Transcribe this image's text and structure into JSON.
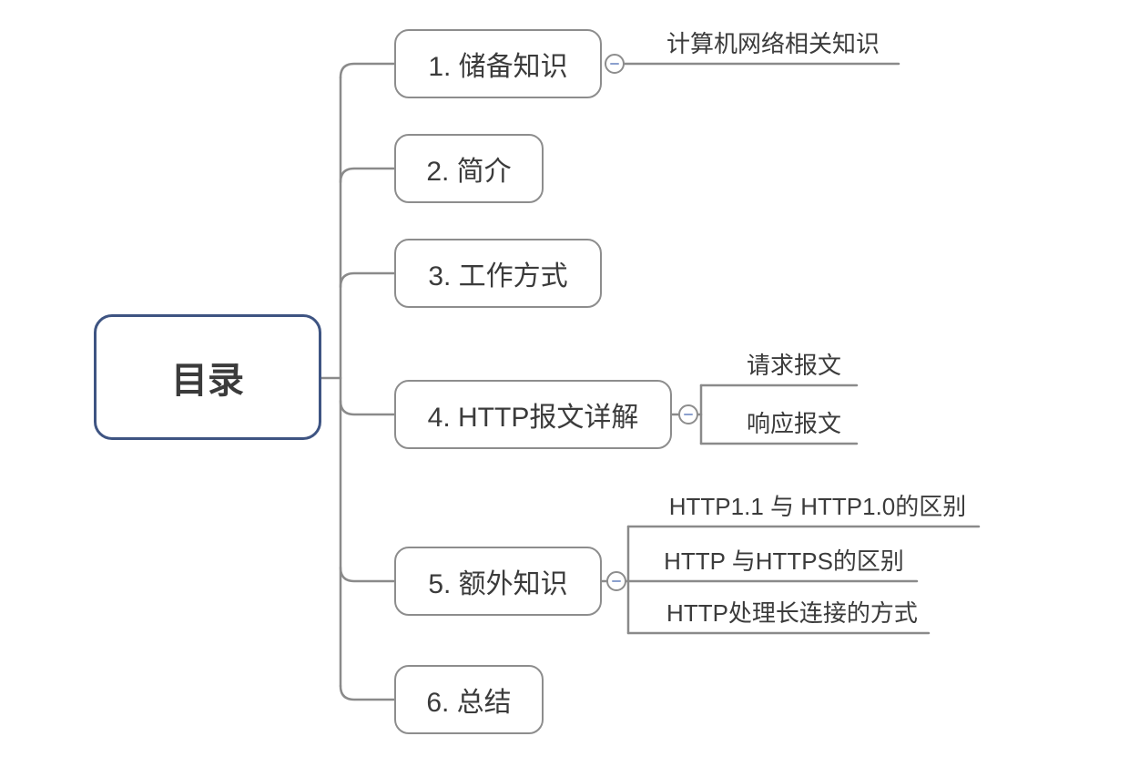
{
  "diagram": {
    "type": "mindmap",
    "root": {
      "label": "目录"
    },
    "topics": [
      {
        "label": "1. 储备知识",
        "collapsed": false,
        "children": [
          "计算机网络相关知识"
        ]
      },
      {
        "label": "2. 简介",
        "children": []
      },
      {
        "label": "3. 工作方式",
        "children": []
      },
      {
        "label": "4. HTTP报文详解",
        "collapsed": false,
        "children": [
          "请求报文",
          "响应报文"
        ]
      },
      {
        "label": "5. 额外知识",
        "collapsed": false,
        "children": [
          "HTTP1.1 与 HTTP1.0的区别",
          "HTTP 与HTTPS的区别",
          "HTTP处理长连接的方式"
        ]
      },
      {
        "label": "6. 总结",
        "children": []
      }
    ],
    "collapse_icon": "minus-icon",
    "colors": {
      "background": "#ffffff",
      "root_border": "#3e5482",
      "topic_border": "#8d8d8d",
      "branch_line": "#8a8a8a",
      "text": "#3b3b3b",
      "collapse_minus": "#8ba0ce"
    }
  }
}
